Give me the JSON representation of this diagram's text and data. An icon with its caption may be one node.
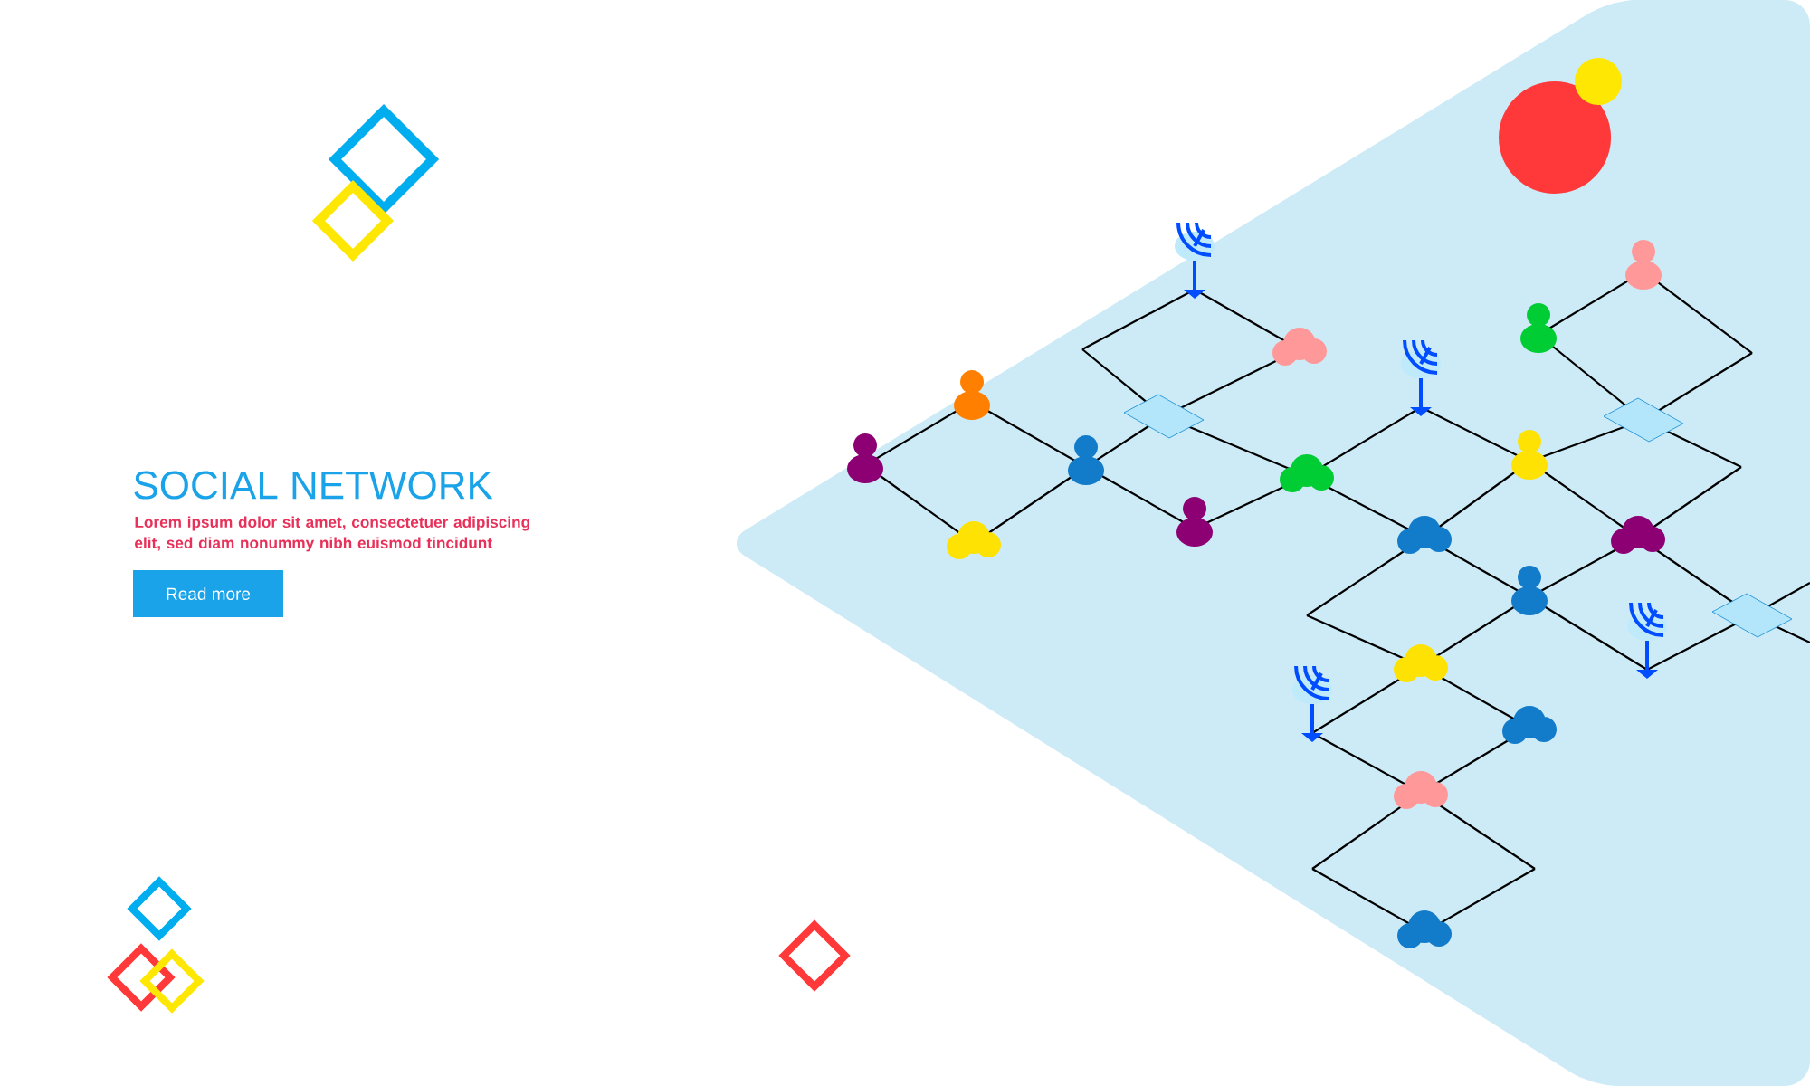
{
  "diagram": {
    "title": "SOCIAL NETWORK",
    "nodes": [
      {
        "text": [
          "Read more"
        ]
      }
    ],
    "labels": [
      "Lorem ipsum dolor sit amet, consectetuer adipiscing elit, sed diam nonummy nibh euismod tincidunt"
    ]
  }
}
